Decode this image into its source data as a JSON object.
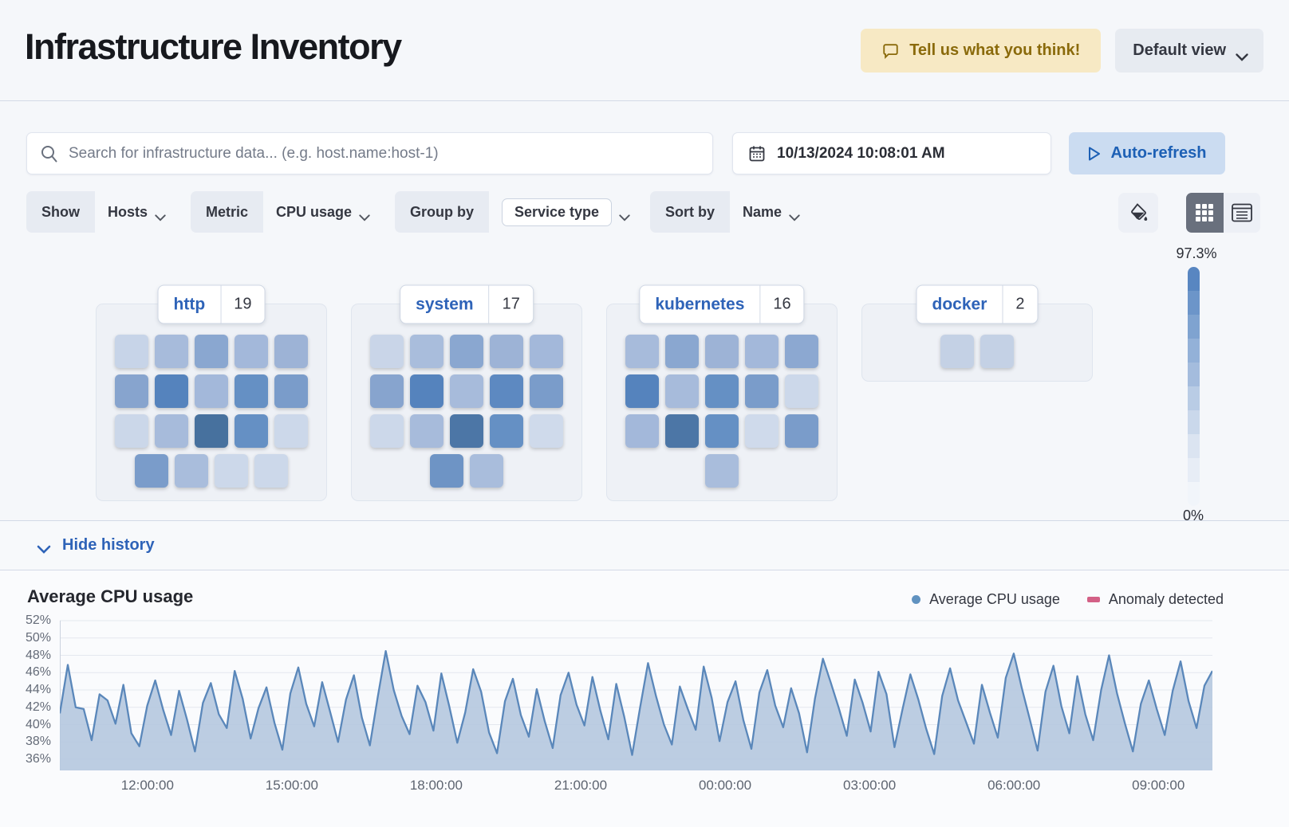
{
  "page": {
    "title": "Infrastructure Inventory"
  },
  "colors": {
    "accent_blue": "#1d60b5",
    "link_blue": "#2e63b8",
    "feedback_bg": "#f7e9c4",
    "feedback_text": "#8a6a0b",
    "series_blue": "#5a87ba",
    "anomaly_pink": "#d36086"
  },
  "header": {
    "feedback_button": "Tell us what you think!",
    "view_button": "Default view"
  },
  "toolbar": {
    "search_placeholder": "Search for infrastructure data... (e.g. host.name:host-1)",
    "datetime": "10/13/2024 10:08:01 AM",
    "auto_refresh": "Auto-refresh"
  },
  "filters": {
    "show": {
      "label": "Show",
      "value": "Hosts"
    },
    "metric": {
      "label": "Metric",
      "value": "CPU usage"
    },
    "group_by": {
      "label": "Group by",
      "value": "Service type"
    },
    "sort_by": {
      "label": "Sort by",
      "value": "Name"
    }
  },
  "color_scale": {
    "max_label": "97.3%",
    "min_label": "0%",
    "steps": [
      "#5886c1",
      "#6c95c9",
      "#7fa3d0",
      "#93b1d8",
      "#a4bcdd",
      "#b9cce5",
      "#cad8eb",
      "#dbe4f1",
      "#e7edf6",
      "#f1f5fa"
    ]
  },
  "waffle": {
    "groups": [
      {
        "name": "http",
        "count": "19",
        "rows": [
          [
            "#c7d4e8",
            "#a7bbdb",
            "#8aa7d0",
            "#a3b8da",
            "#9db3d6"
          ],
          [
            "#87a4ce",
            "#5583bd",
            "#a3b8da",
            "#6590c4",
            "#7a9cca"
          ],
          [
            "#cbd7e9",
            "#a7bbdb",
            "#47719e",
            "#6590c4",
            "#ccd8ea"
          ],
          [
            "#7a9cca",
            "#a9bddc",
            "#ccd8ea",
            "#ccd8ea"
          ]
        ]
      },
      {
        "name": "system",
        "count": "17",
        "rows": [
          [
            "#c9d5e8",
            "#a9bddc",
            "#8aa7d0",
            "#9db3d6",
            "#a3b8da"
          ],
          [
            "#87a4ce",
            "#5583bd",
            "#a7bbdb",
            "#5d89c1",
            "#7a9cca"
          ],
          [
            "#ccd8ea",
            "#a7bbdb",
            "#4c76a6",
            "#6590c4",
            "#cfdaeb"
          ],
          [
            "#6e94c5",
            "#a9bddc"
          ]
        ]
      },
      {
        "name": "kubernetes",
        "count": "16",
        "rows": [
          [
            "#a7bbdb",
            "#8aa7d0",
            "#9db3d6",
            "#a3b8da",
            "#8ca8d1"
          ],
          [
            "#5583bd",
            "#a7bbdb",
            "#6590c4",
            "#7a9cca",
            "#ccd8ea"
          ],
          [
            "#a3b8da",
            "#4c76a6",
            "#6590c4",
            "#cfdaeb",
            "#7a9cca"
          ],
          [
            "#a9bddc"
          ]
        ]
      },
      {
        "name": "docker",
        "count": "2",
        "rows": [
          [
            "#c4d1e5",
            "#c4d1e5"
          ]
        ]
      }
    ]
  },
  "history": {
    "toggle_label": "Hide history"
  },
  "chart": {
    "title": "Average CPU usage",
    "legend": [
      {
        "label": "Average CPU usage",
        "color": "#6092c0",
        "shape": "dot"
      },
      {
        "label": "Anomaly detected",
        "color": "#d36086",
        "shape": "dash"
      }
    ]
  },
  "chart_data": {
    "type": "area",
    "title": "Average CPU usage",
    "y_ticks": [
      "52%",
      "50%",
      "48%",
      "46%",
      "44%",
      "42%",
      "40%",
      "38%",
      "36%"
    ],
    "x_ticks": [
      "12:00:00",
      "15:00:00",
      "18:00:00",
      "21:00:00",
      "00:00:00",
      "03:00:00",
      "06:00:00",
      "09:00:00"
    ],
    "ylim": [
      36,
      52
    ],
    "unit": "%",
    "grid": true,
    "legend_position": "top-right",
    "line_color": "#5a87ba",
    "fill_color": "#b5c8df",
    "values": [
      41.3,
      46.9,
      42.0,
      41.8,
      38.2,
      43.5,
      42.8,
      40.1,
      44.6,
      39.0,
      37.5,
      42.2,
      45.1,
      41.7,
      38.8,
      43.9,
      40.6,
      36.9,
      42.5,
      44.8,
      41.2,
      39.6,
      46.2,
      43.0,
      38.4,
      41.9,
      44.3,
      40.2,
      37.1,
      43.6,
      46.6,
      42.4,
      39.8,
      44.9,
      41.5,
      38.0,
      42.9,
      45.7,
      40.8,
      37.6,
      43.2,
      48.5,
      44.0,
      41.0,
      38.9,
      44.5,
      42.6,
      39.3,
      45.9,
      42.1,
      37.9,
      41.4,
      46.4,
      43.8,
      39.1,
      36.7,
      42.7,
      45.3,
      41.1,
      38.6,
      44.1,
      40.4,
      37.3,
      43.4,
      46.0,
      42.3,
      39.9,
      45.5,
      41.6,
      38.3,
      44.7,
      40.9,
      36.5,
      42.0,
      47.1,
      43.3,
      40.0,
      37.7,
      44.4,
      41.8,
      39.4,
      46.7,
      43.1,
      38.1,
      42.6,
      45.0,
      40.5,
      37.2,
      43.7,
      46.3,
      42.2,
      39.7,
      44.2,
      41.3,
      36.8,
      43.0,
      47.6,
      44.8,
      41.9,
      38.7,
      45.2,
      42.5,
      39.2,
      46.1,
      43.5,
      37.4,
      41.7,
      45.8,
      42.9,
      39.5,
      36.6,
      43.3,
      46.5,
      42.8,
      40.3,
      37.8,
      44.6,
      41.4,
      38.5,
      45.4,
      48.2,
      44.3,
      40.7,
      37.0,
      43.8,
      46.8,
      42.1,
      39.0,
      45.6,
      41.2,
      38.2,
      44.0,
      48.0,
      43.6,
      40.1,
      36.9,
      42.4,
      45.1,
      41.8,
      38.8,
      43.9,
      47.3,
      42.7,
      39.6,
      44.5,
      46.2
    ]
  }
}
